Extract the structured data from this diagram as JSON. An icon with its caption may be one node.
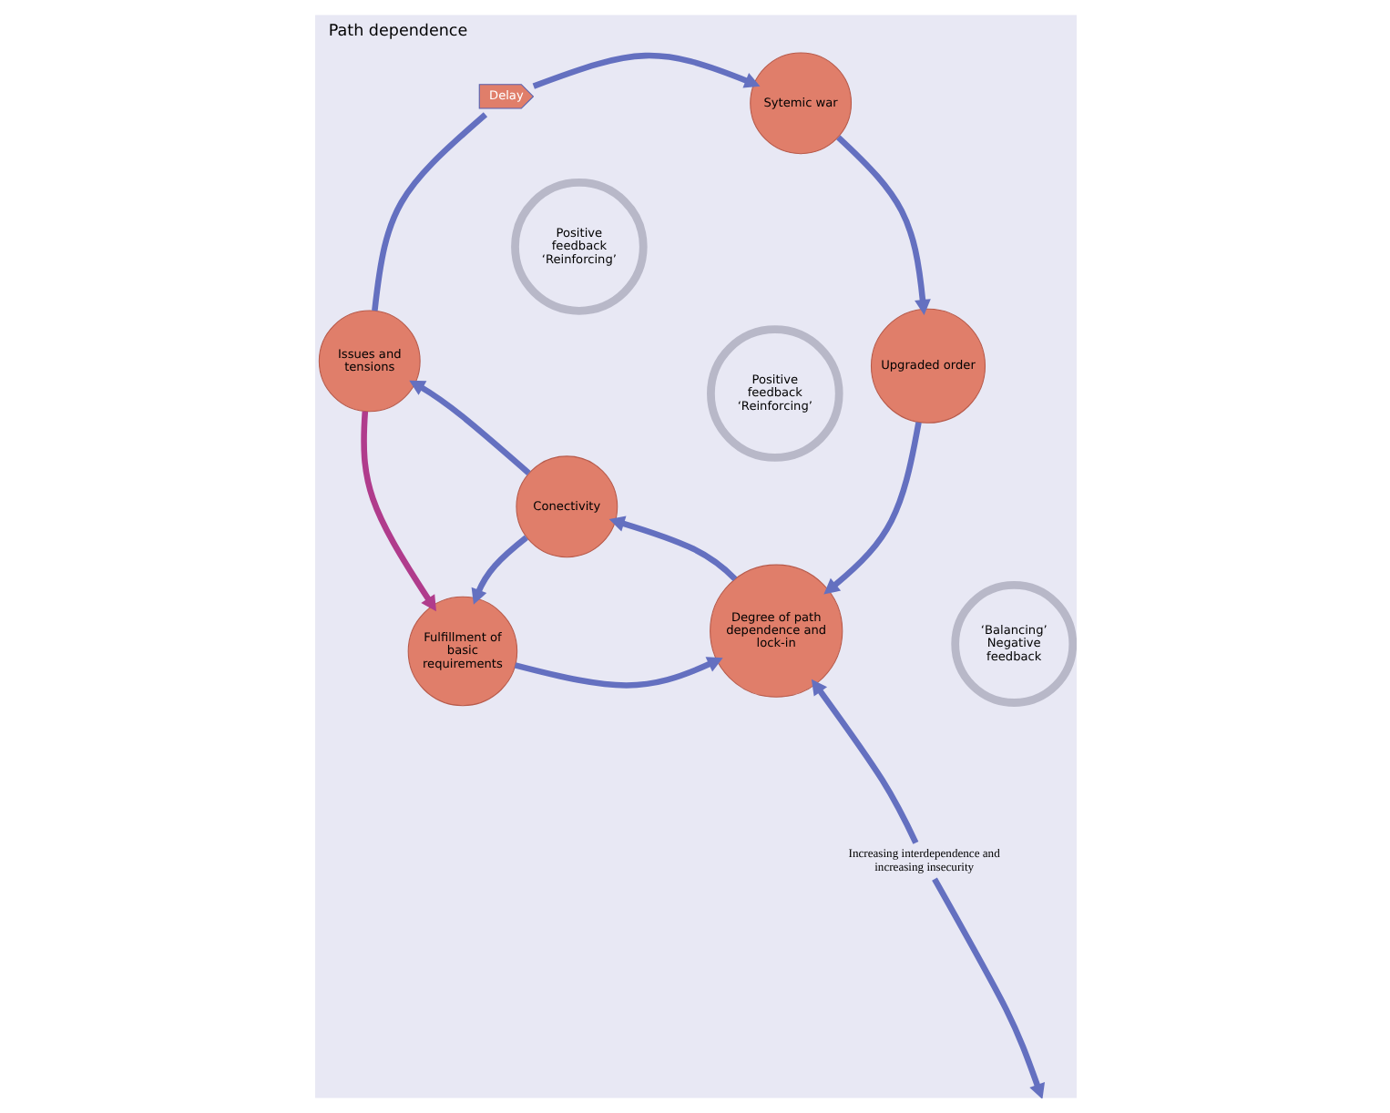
{
  "diagram": {
    "title": "Path dependence",
    "nodes": [
      {
        "text": [
          "Sytemic war"
        ]
      },
      {
        "text": [
          "Upgraded order"
        ]
      },
      {
        "text": [
          "Degree of path dependence and lock-in"
        ]
      },
      {
        "text": [
          "Conectivity"
        ]
      },
      {
        "text": [
          "Issues and tensions"
        ]
      },
      {
        "text": [
          "Delay"
        ]
      },
      {
        "text": [
          "Fulfillment of basic requirements"
        ]
      },
      {
        "text": [
          "Increasing interdependence and increasing insecurity"
        ]
      },
      {
        "text": [
          "Positive feedback",
          "‘Reinforcing’"
        ]
      },
      {
        "text": [
          "‘Balancing’",
          "Negative feedback"
        ]
      },
      {
        "text": [
          "Positive feedback",
          "‘Reinforcing’"
        ]
      }
    ],
    "edges": [
      {
        "from": 0,
        "to": 1,
        "arrow": "to"
      },
      {
        "from": 1,
        "to": 2,
        "arrow": "to"
      },
      {
        "from": 2,
        "to": 3,
        "arrow": "to"
      },
      {
        "from": 3,
        "to": 4,
        "arrow": "to"
      },
      {
        "from": 4,
        "to": 5,
        "arrow": "none"
      },
      {
        "from": 5,
        "to": 0,
        "arrow": "to"
      },
      {
        "from": 4,
        "to": 6,
        "arrow": "to",
        "color": "#b03c8c"
      },
      {
        "from": 3,
        "to": 6,
        "arrow": "to"
      },
      {
        "from": 6,
        "to": 2,
        "arrow": "to"
      },
      {
        "from": 7,
        "to": null,
        "arrow": "to"
      },
      {
        "from": 7,
        "to": 2,
        "arrow": "to"
      }
    ]
  }
}
